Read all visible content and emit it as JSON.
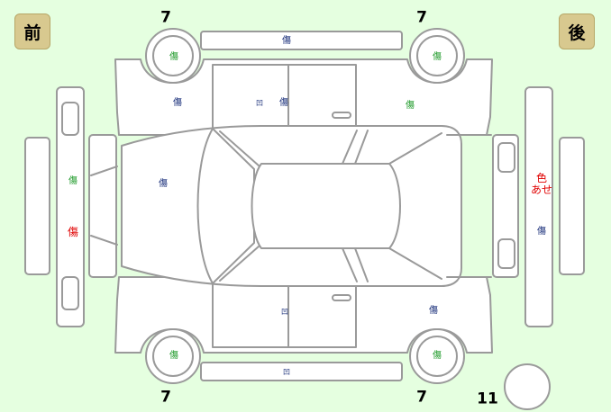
{
  "badges": {
    "front": "前",
    "rear": "後"
  },
  "tire_numbers": {
    "front_left": "7",
    "rear_left": "7",
    "front_right": "7",
    "rear_right": "7",
    "spare": "11"
  },
  "marks": {
    "top_rocker": "傷",
    "left_front_wheel": "傷",
    "left_rear_wheel": "傷",
    "left_front_fender": "傷",
    "left_front_door_dent": "凹",
    "left_front_door": "傷",
    "left_rear_door": "傷",
    "front_bumper_a": "傷",
    "front_bumper_b": "傷",
    "hood": "傷",
    "rear_bumper_line1": "色",
    "rear_bumper_line2": "あせ",
    "rear_bumper_b": "傷",
    "right_front_door_dent": "凹",
    "right_rear_door": "傷",
    "right_front_wheel": "傷",
    "right_rear_wheel": "傷",
    "bottom_rocker_dent": "凹"
  },
  "colors": {
    "background": "#e5ffe0",
    "line": "#9a9a9a",
    "panel_fill": "#ffffff",
    "scratch_navy": "#1a2f7a",
    "scratch_green": "#1f9a2a",
    "scratch_red": "#e00000",
    "badge": "#d8c98f"
  }
}
